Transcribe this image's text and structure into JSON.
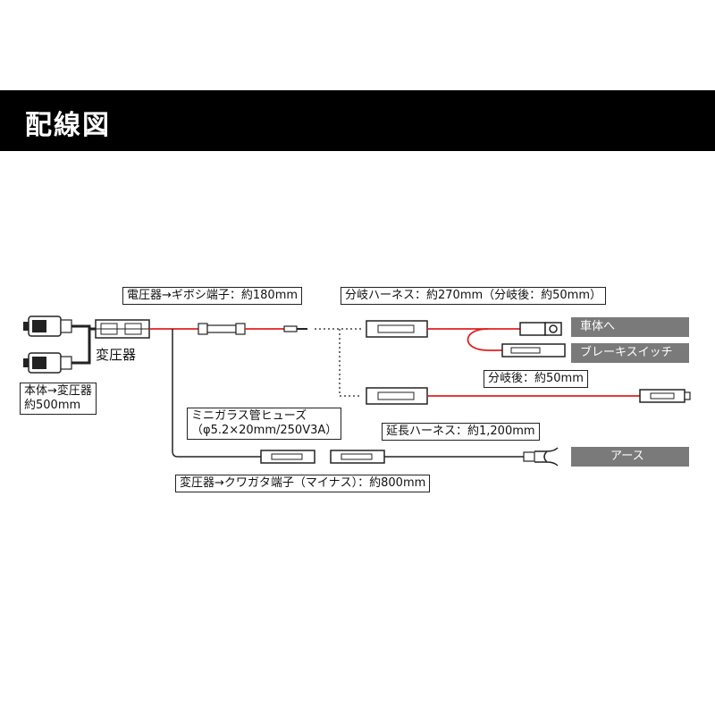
{
  "header": {
    "title": "配線図"
  },
  "labels": {
    "body_to_converter": [
      "本体→変圧器",
      "約500mm"
    ],
    "converter": "変圧器",
    "voltage_to_gibosi": "電圧器→ギボシ端子：約180mm",
    "branch_harness": "分岐ハーネス：約270mm（分岐後：約50mm）",
    "after_branch": "分岐後：約50mm",
    "fuse": [
      "ミニガラス管ヒューズ",
      "（φ5.2×20mm/250V3A）"
    ],
    "extension_harness": "延長ハーネス：約1,200mm",
    "converter_to_kuwagata": "変圧器→クワガタ端子（マイナス）：約800mm"
  },
  "destinations": {
    "vehicle_body": "車体へ",
    "brake_switch": "ブレーキスイッチ",
    "ground": "アース"
  },
  "colors": {
    "header_bg": "#000000",
    "wire_red": "#e02020",
    "wire_black": "#222222",
    "destination_bg": "#7a7a7a"
  }
}
